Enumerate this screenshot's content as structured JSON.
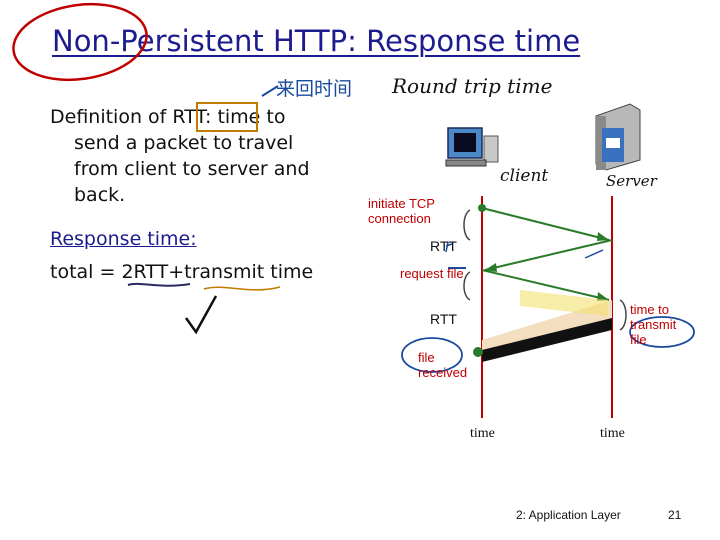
{
  "title": "Non-Persistent HTTP: Response time",
  "definition": {
    "lines": [
      "Definition of RTT: time to",
      "send a packet to travel",
      "from client to server and",
      "back."
    ]
  },
  "response": {
    "heading": "Response time:",
    "formula": "total = 2RTT+transmit time"
  },
  "annotations": {
    "chinese": "来回时间",
    "round_trip": "Round trip time",
    "client": "client",
    "server": "Server"
  },
  "diagram": {
    "initiate_tcp": "initiate TCP connection",
    "rtt_1": "RTT",
    "request_file": "request file",
    "rtt_2": "RTT",
    "time_to_transmit": "time to transmit file",
    "file_received": "file received",
    "client_time": "time",
    "server_time": "time"
  },
  "footer": {
    "chapter": "2: Application Layer",
    "page": "21"
  },
  "colors": {
    "title": "#1c1c8e",
    "timeline": "#c00000",
    "annotation_ink": "#1a4aa0",
    "highlight": "#e8a020",
    "packet_green": "#2a7a2a"
  }
}
